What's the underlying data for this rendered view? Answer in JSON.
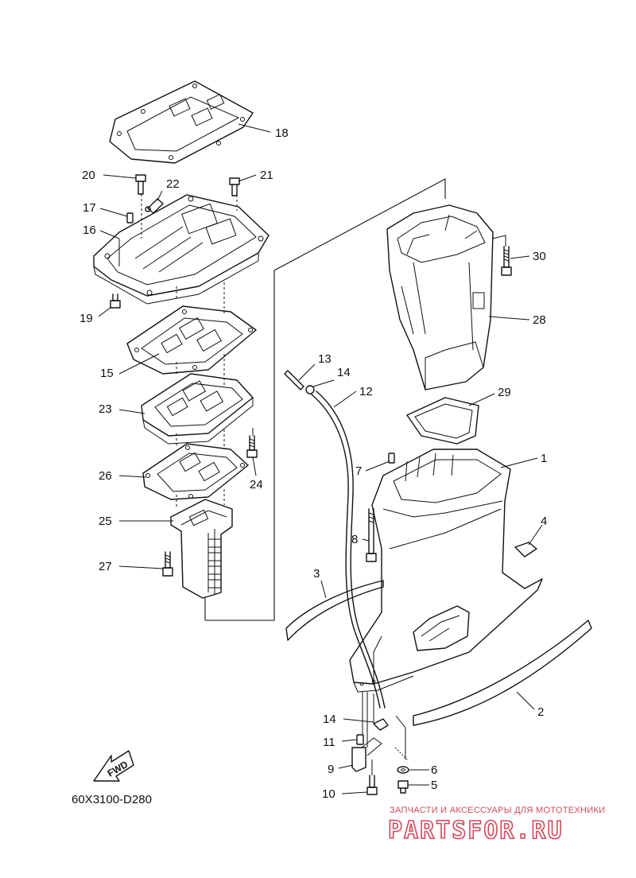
{
  "diagram_code": "60X3100-D280",
  "fwd_label": "FWD",
  "watermark": {
    "tagline": "ЗАПЧАСТИ И АКСЕССУАРЫ ДЛЯ МОТОТЕХНИКИ",
    "brand": "PARTSFOR.RU"
  },
  "callouts": [
    {
      "id": "c18",
      "text": "18"
    },
    {
      "id": "c20",
      "text": "20"
    },
    {
      "id": "c22",
      "text": "22"
    },
    {
      "id": "c21",
      "text": "21"
    },
    {
      "id": "c17",
      "text": "17"
    },
    {
      "id": "c16",
      "text": "16"
    },
    {
      "id": "c19",
      "text": "19"
    },
    {
      "id": "c15",
      "text": "15"
    },
    {
      "id": "c23",
      "text": "23"
    },
    {
      "id": "c26",
      "text": "26"
    },
    {
      "id": "c24",
      "text": "24"
    },
    {
      "id": "c25",
      "text": "25"
    },
    {
      "id": "c27",
      "text": "27"
    },
    {
      "id": "c30",
      "text": "30"
    },
    {
      "id": "c28",
      "text": "28"
    },
    {
      "id": "c13",
      "text": "13"
    },
    {
      "id": "c14a",
      "text": "14"
    },
    {
      "id": "c12",
      "text": "12"
    },
    {
      "id": "c29",
      "text": "29"
    },
    {
      "id": "c7",
      "text": "7"
    },
    {
      "id": "c1",
      "text": "1"
    },
    {
      "id": "c4",
      "text": "4"
    },
    {
      "id": "c8",
      "text": "8"
    },
    {
      "id": "c3",
      "text": "3"
    },
    {
      "id": "c2",
      "text": "2"
    },
    {
      "id": "c14b",
      "text": "14"
    },
    {
      "id": "c11",
      "text": "11"
    },
    {
      "id": "c9",
      "text": "9"
    },
    {
      "id": "c6",
      "text": "6"
    },
    {
      "id": "c10",
      "text": "10"
    },
    {
      "id": "c5",
      "text": "5"
    }
  ]
}
